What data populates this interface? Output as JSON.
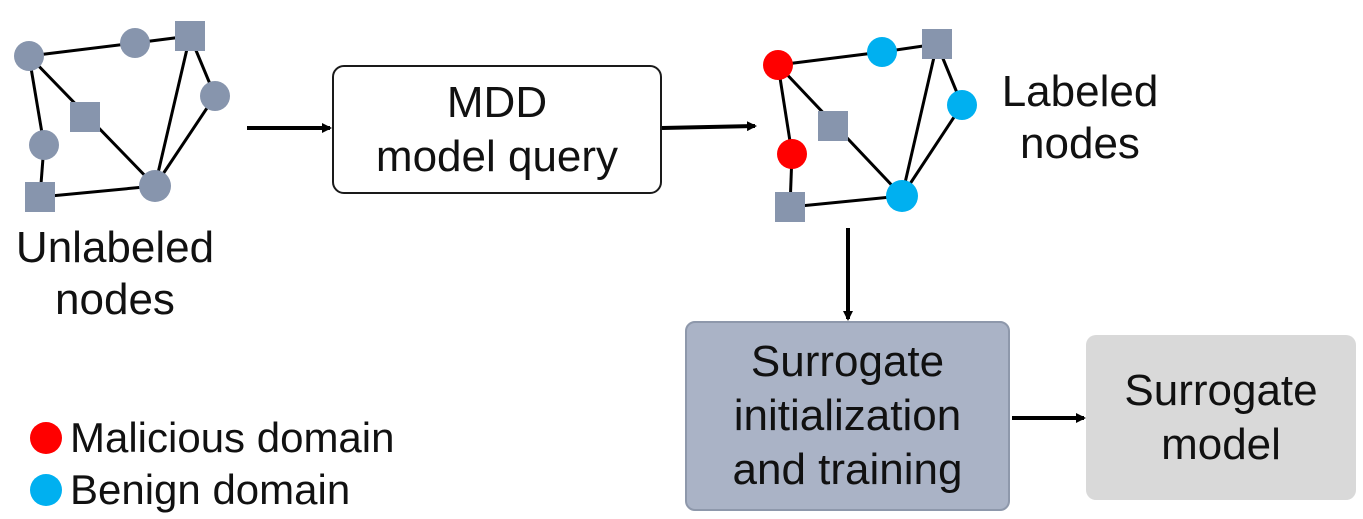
{
  "colors": {
    "unlabeled": "#8795ad",
    "malicious": "#ff0000",
    "benign": "#00b0f0",
    "edge": "#000000",
    "init_box": "#aab3c6",
    "model_box": "#d9d9d9"
  },
  "unlabeled_caption": [
    "Unlabeled",
    "nodes"
  ],
  "labeled_caption": [
    "Labeled",
    "nodes"
  ],
  "query_box": [
    "MDD",
    "model query"
  ],
  "init_box": [
    "Surrogate",
    "initialization",
    "and training"
  ],
  "model_box": [
    "Surrogate",
    "model"
  ],
  "legend": {
    "malicious": "Malicious domain",
    "benign": "Benign domain"
  }
}
